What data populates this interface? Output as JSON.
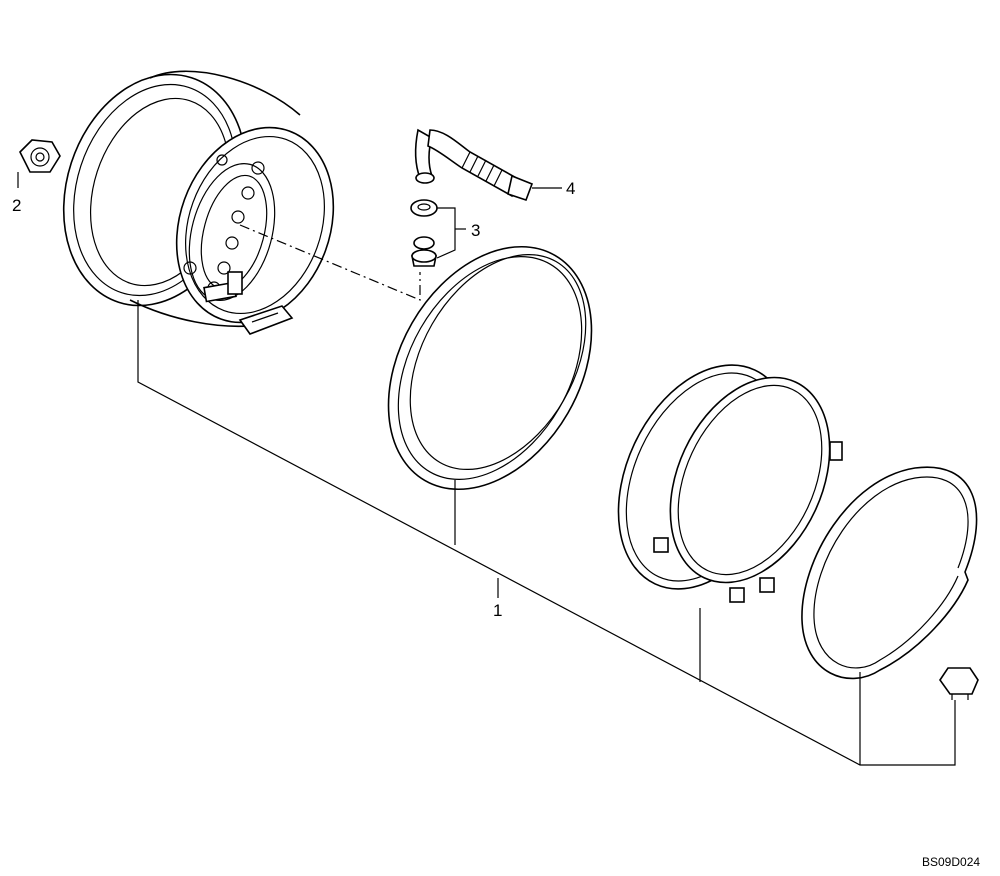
{
  "callouts": [
    "1",
    "2",
    "3",
    "4"
  ],
  "drawing_code": "BS09D024",
  "colors": {
    "ink": "#000000",
    "paper": "#ffffff"
  }
}
